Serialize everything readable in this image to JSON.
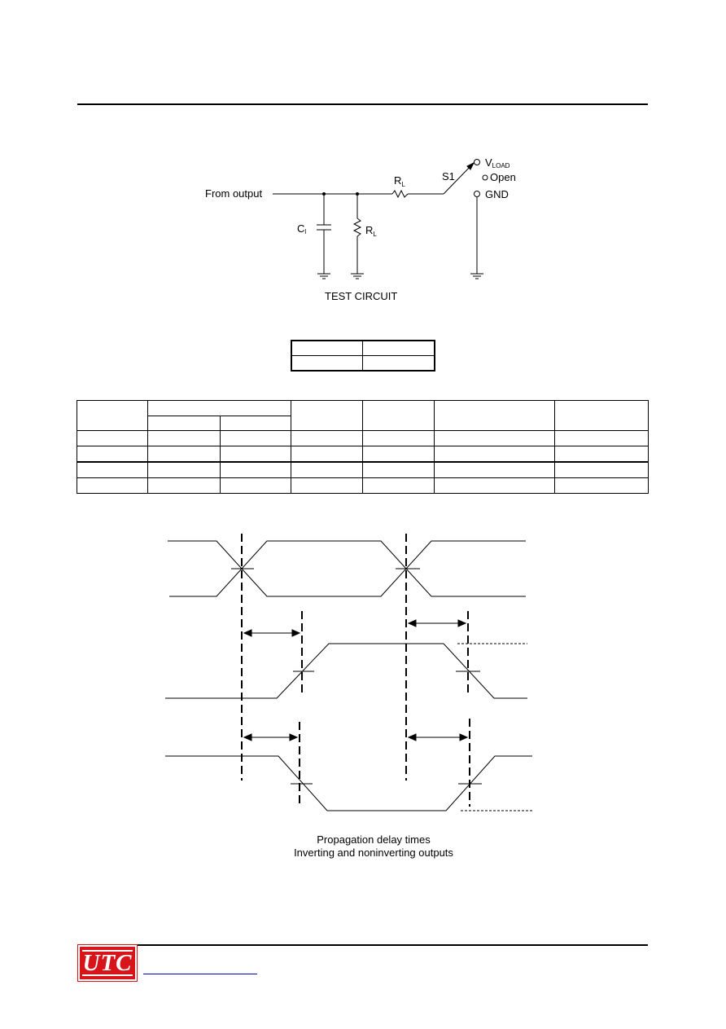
{
  "circuit": {
    "from_output": "From output",
    "r_l_main": "R",
    "r_l_sub": "L",
    "switch": "S1",
    "v_load_main": "V",
    "v_load_sub": "LOAD",
    "open": "Open",
    "gnd": "GND",
    "cap_main": "C",
    "cap_sub": "l",
    "r_l2_main": "R",
    "r_l2_sub": "L",
    "caption": "TEST CIRCUIT"
  },
  "waveform": {
    "caption_line1": "Propagation delay times",
    "caption_line2": "Inverting and noninverting outputs"
  },
  "footer": {
    "logo_text": "UTC"
  }
}
